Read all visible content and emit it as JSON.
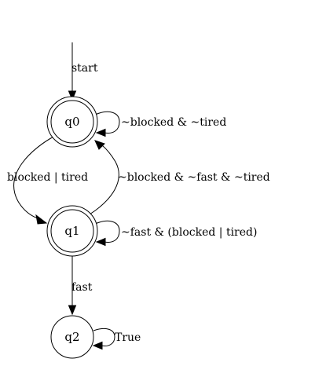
{
  "diagram": {
    "nodes": [
      {
        "id": "q0",
        "label": "q0",
        "accepting": true
      },
      {
        "id": "q1",
        "label": "q1",
        "accepting": true
      },
      {
        "id": "q2",
        "label": "q2",
        "accepting": false
      }
    ],
    "edges": [
      {
        "id": "start",
        "from": null,
        "to": "q0",
        "label": "start"
      },
      {
        "id": "q0-q0",
        "from": "q0",
        "to": "q0",
        "label": "~blocked & ~tired"
      },
      {
        "id": "q0-q1",
        "from": "q0",
        "to": "q1",
        "label": "blocked | tired"
      },
      {
        "id": "q1-q0",
        "from": "q1",
        "to": "q0",
        "label": "~blocked & ~fast & ~tired"
      },
      {
        "id": "q1-q1",
        "from": "q1",
        "to": "q1",
        "label": "~fast & (blocked | tired)"
      },
      {
        "id": "q1-q2",
        "from": "q1",
        "to": "q2",
        "label": "fast"
      },
      {
        "id": "q2-q2",
        "from": "q2",
        "to": "q2",
        "label": "True"
      }
    ]
  }
}
